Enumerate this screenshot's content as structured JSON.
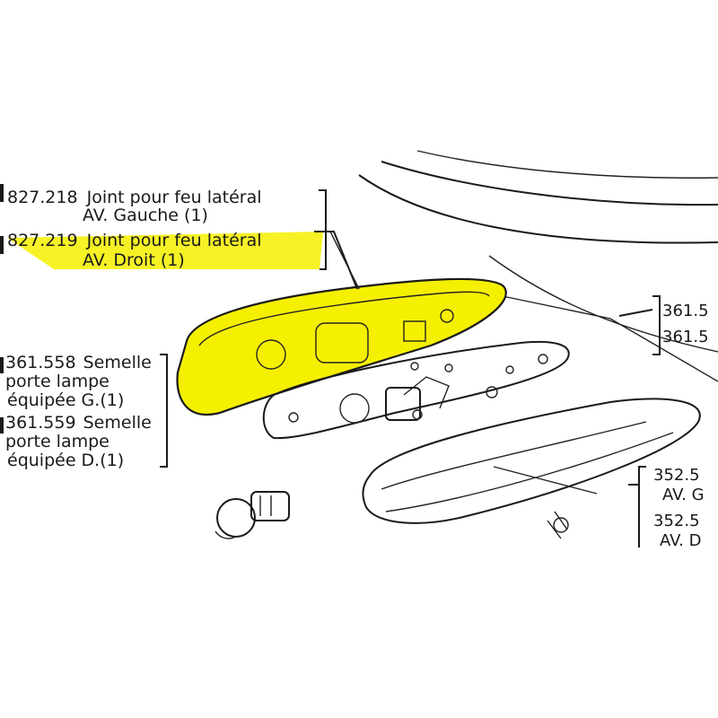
{
  "highlight_color": "#f5f000",
  "ink_color": "#1a1a1a",
  "callouts": [
    {
      "number": "827.218",
      "line1": "Joint pour feu latéral",
      "line2": "AV. Gauche (1)",
      "highlighted": false
    },
    {
      "number": "827.219",
      "line1": "Joint pour feu latéral",
      "line2": "AV. Droit (1)",
      "highlighted": true
    },
    {
      "number": "361.558",
      "line1": "Semelle",
      "line2": "porte lampe",
      "line3": "équipée G.(1)"
    },
    {
      "number": "361.559",
      "line1": "Semelle",
      "line2": "porte lampe",
      "line3": "équipée D.(1)"
    }
  ],
  "cut_labels": {
    "upper_a": "361.5",
    "upper_b": "361.5",
    "lower_a": "352.5",
    "lower_b": "AV. G",
    "lower_c": "352.5",
    "lower_d": "AV. D"
  }
}
